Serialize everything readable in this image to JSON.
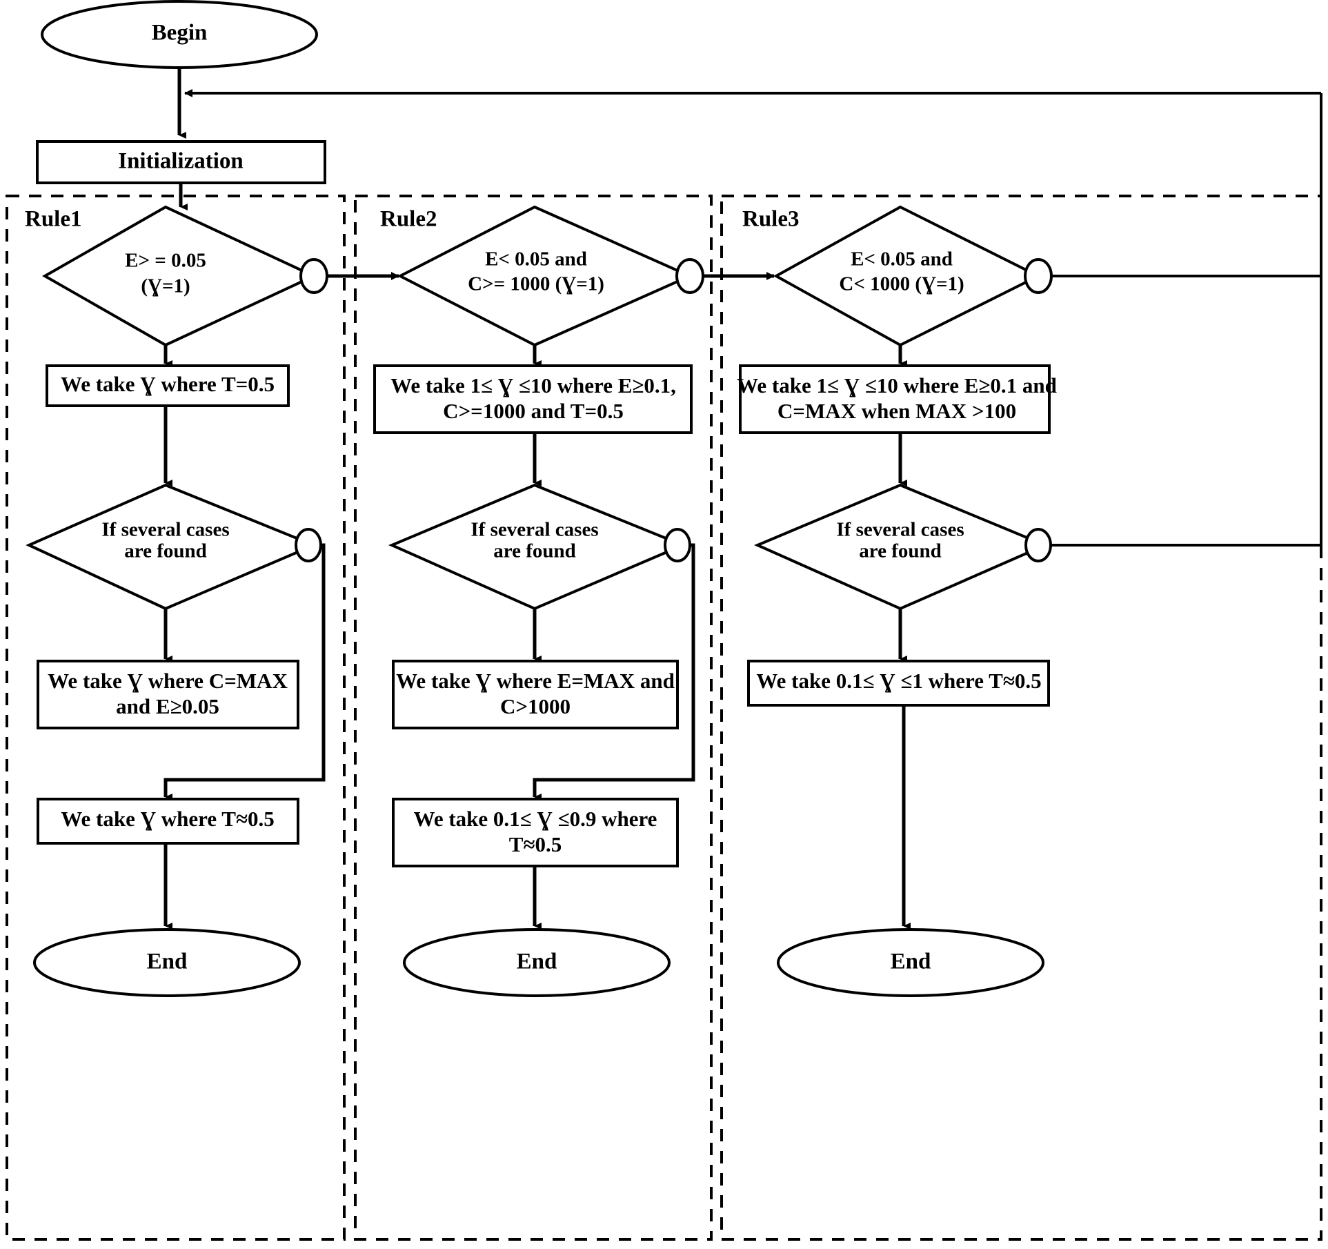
{
  "diagram": {
    "title_nodes": {
      "begin": "Begin",
      "initialization": "Initialization",
      "end": "End"
    },
    "group_labels": {
      "rule1": "Rule1",
      "rule2": "Rule2",
      "rule3": "Rule3"
    },
    "rule1": {
      "decision_line1": "E> = 0.05",
      "decision_line2": "(Ɣ=1)",
      "process1_line1": "We take Ɣ where    T=0.5",
      "decision2_line1": "If several cases",
      "decision2_line2": "are found",
      "process2_line1": "We take Ɣ where C=MAX",
      "process2_line2": "and E≥0.05",
      "process3_line1": "We take Ɣ where T≈0.5",
      "end": "End"
    },
    "rule2": {
      "decision_line1": "E< 0.05 and",
      "decision_line2": "C>= 1000 (Ɣ=1)",
      "process1_line1": "We take 1≤ Ɣ ≤10 where E≥0.1,",
      "process1_line2": "C>=1000 and T=0.5",
      "decision2_line1": "If several cases",
      "decision2_line2": "are found",
      "process2_line1": "We take Ɣ where E=MAX and",
      "process2_line2": "C>1000",
      "process3_line1": "We take 0.1≤ Ɣ ≤0.9 where",
      "process3_line2": "T≈0.5",
      "end": "End"
    },
    "rule3": {
      "decision_line1": "E< 0.05 and",
      "decision_line2": "C< 1000 (Ɣ=1)",
      "process1_line1": "We take 1≤ Ɣ ≤10 where E≥0.1 and",
      "process1_line2": "C=MAX when MAX >100",
      "decision2_line1": "If several cases",
      "decision2_line2": "are found",
      "process2_line1": "We take 0.1≤ Ɣ ≤1 where T≈0.5",
      "end": "End"
    },
    "colors": {
      "stroke": "#000000",
      "fill": "#ffffff",
      "text": "#000000"
    }
  }
}
